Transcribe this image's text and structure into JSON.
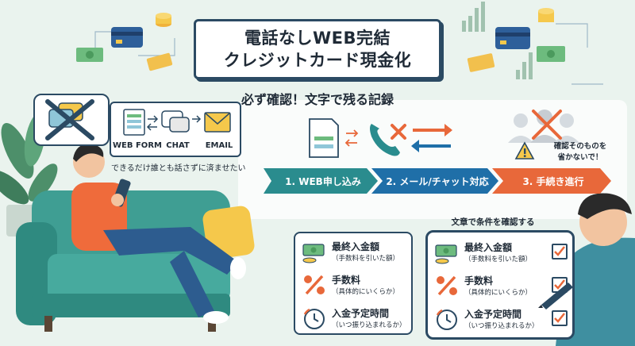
{
  "title": {
    "line1": "電話なしWEB完結",
    "line2": "クレジットカード現金化"
  },
  "subtitle": "必ず確認！文字で残る記録",
  "contact_methods": [
    {
      "label": "WEB FORM",
      "icon": "web-form-icon"
    },
    {
      "label": "CHAT",
      "icon": "chat-icon"
    },
    {
      "label": "EMAIL",
      "icon": "email-icon"
    }
  ],
  "note": "できるだけ誰とも話さずに済ませたい",
  "steps": [
    {
      "label": "1. WEB申し込み",
      "color": "#2a8c8e"
    },
    {
      "label": "2. メール/チャット対応",
      "color": "#1f6fa8"
    },
    {
      "label": "3. 手続き進行",
      "color": "#e8683a"
    }
  ],
  "caution": {
    "line1": "確認そのものを",
    "line2": "省かないで！"
  },
  "confirm_label": "文章で条件を確認する",
  "conditions": [
    {
      "title": "最終入金額",
      "sub": "（手数料を引いた額）",
      "icon": "money-icon"
    },
    {
      "title": "手数料",
      "sub": "（具体的にいくらか）",
      "icon": "percent-icon"
    },
    {
      "title": "入金予定時間",
      "sub": "（いつ振り込まれるか）",
      "icon": "clock-icon"
    }
  ],
  "colors": {
    "navy": "#2b4a63",
    "teal": "#2a8c8e",
    "blue": "#1f6fa8",
    "orange": "#e8683a",
    "background": "#eaf3ee"
  }
}
